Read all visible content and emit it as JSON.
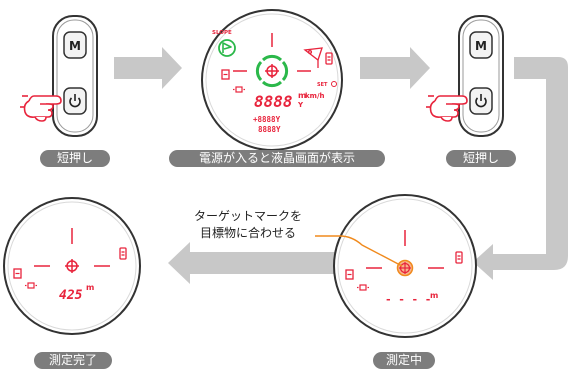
{
  "captions": {
    "step1": "短押し",
    "step2": "電源が入ると液晶画面が表示",
    "step3": "短押し",
    "step4": "測定中",
    "step5": "測定完了"
  },
  "annotation": {
    "line1": "ターゲットマークを",
    "line2": "目標物に合わせる"
  },
  "device": {
    "mode_button_label": "M",
    "power_icon": "power-icon"
  },
  "display_full": {
    "slope_label": "SLOPE",
    "main_digits": "8888",
    "unit_top": "m",
    "unit_speed": "km/h",
    "unit_yard": "Y",
    "sub_digits_1": "+8888Y",
    "sub_digits_2": "8888Y",
    "set_label": "SET"
  },
  "display_measuring": {
    "readout": "- - - -",
    "unit": "m"
  },
  "display_done": {
    "readout": "425",
    "unit": "m"
  },
  "colors": {
    "accent_red": "#e8243c",
    "green": "#2bb84a",
    "orange": "#f08a1d",
    "arrow_gray": "#c8c8c8",
    "caption_gray": "#7d7d7d"
  }
}
